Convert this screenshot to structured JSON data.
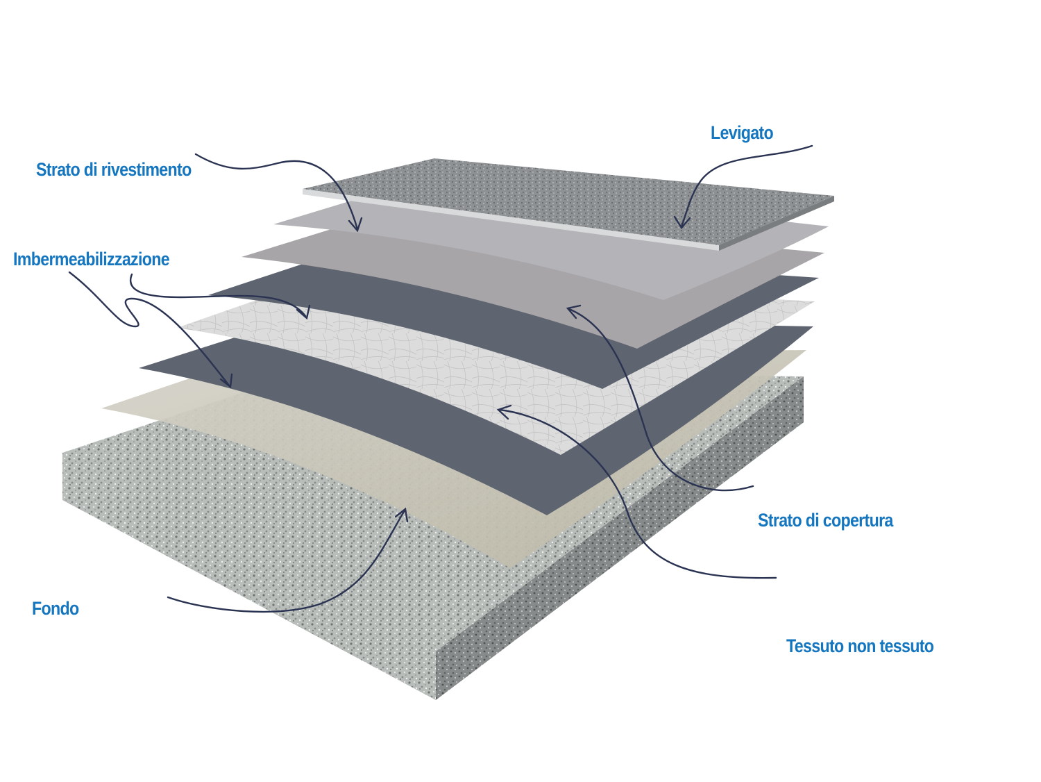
{
  "labels": {
    "levigato": "Levigato",
    "rivestimento": "Strato di rivestimento",
    "imbermeabilizzazione": "Imbermeabilizzazione",
    "copertura": "Strato di copertura",
    "fondo": "Fondo",
    "tessuto": "Tessuto non tessuto"
  },
  "colors": {
    "label": "#1576c0",
    "arrow": "#2b3352",
    "concrete": "#b9bdba",
    "smooth_top": "#8e9193",
    "coating": "#b4b3b7",
    "cover": "#a8a5a8",
    "membrane": "#5f6570",
    "fabric": "#dcdcdc",
    "base_film": "#c9c6b8"
  }
}
